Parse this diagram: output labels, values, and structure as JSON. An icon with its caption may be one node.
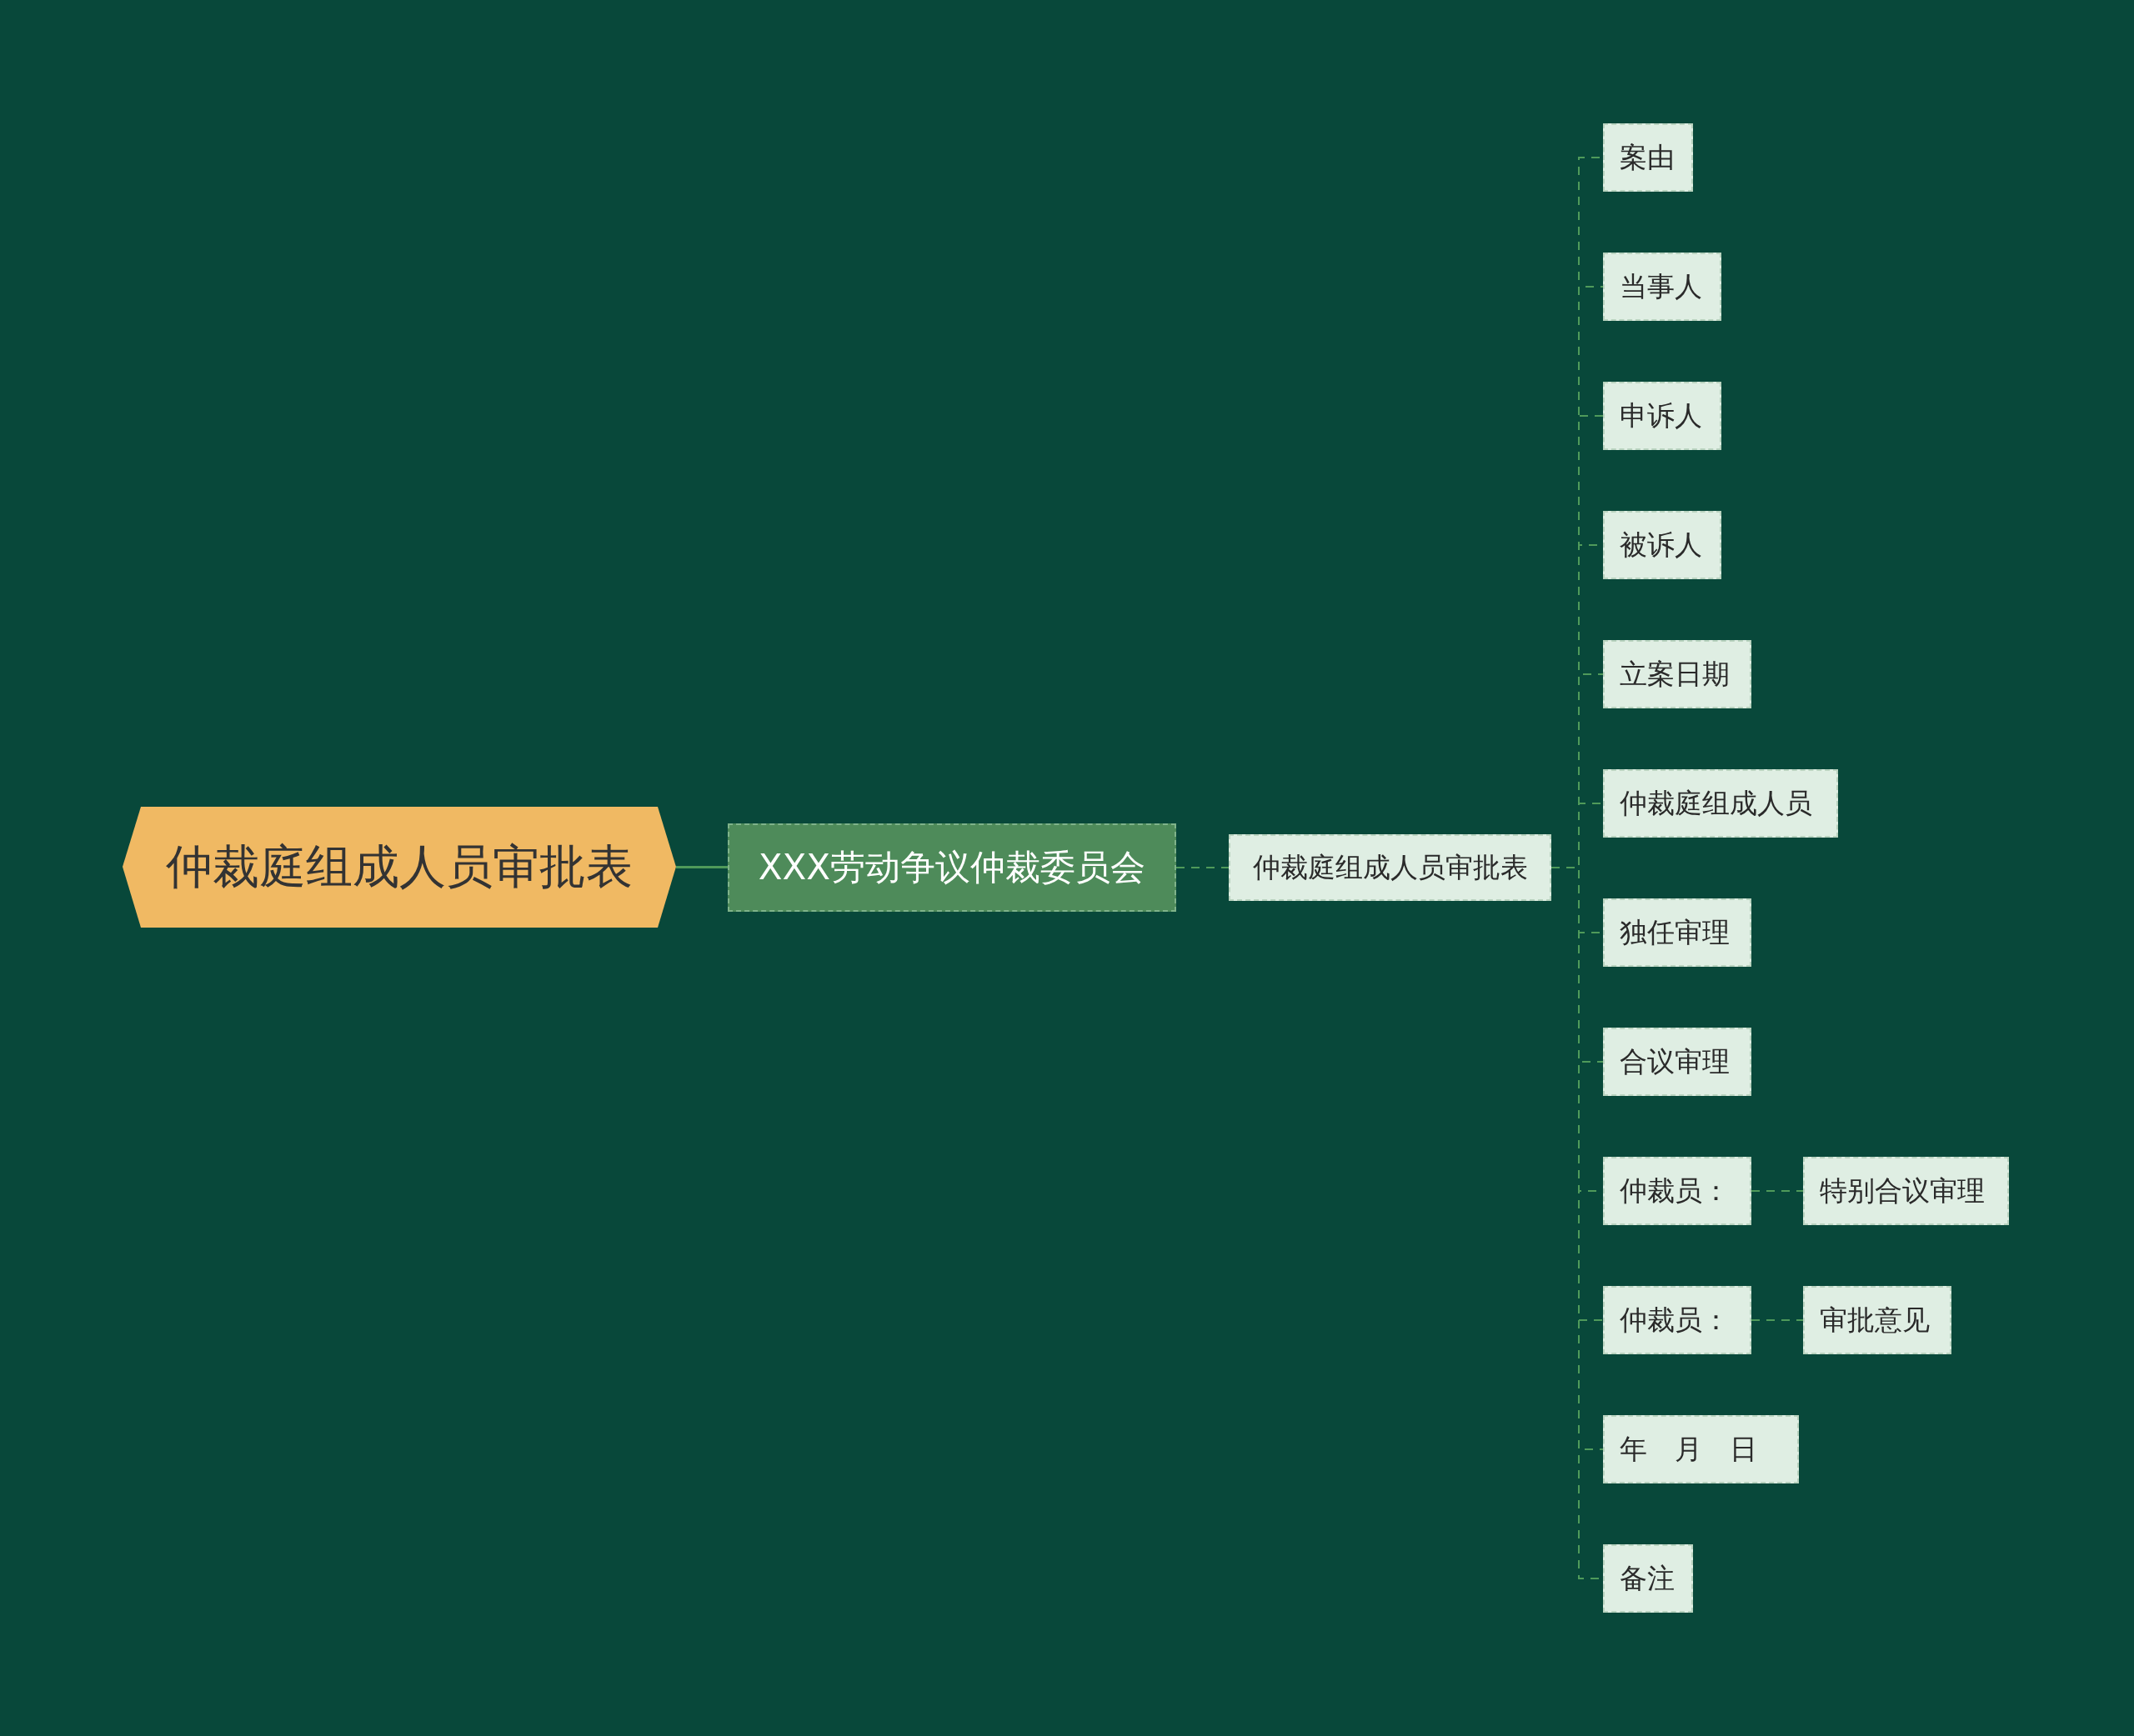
{
  "diagram": {
    "nodes": [
      {
        "text": [
          "仲裁庭组成人员审批表"
        ]
      },
      {
        "text": [
          "XXX劳动争议仲裁委员会"
        ]
      },
      {
        "text": [
          "仲裁庭组成人员审批表"
        ]
      },
      {
        "text": [
          "案由"
        ]
      },
      {
        "text": [
          "当事人"
        ]
      },
      {
        "text": [
          "申诉人"
        ]
      },
      {
        "text": [
          "被诉人"
        ]
      },
      {
        "text": [
          "立案日期"
        ]
      },
      {
        "text": [
          "仲裁庭组成人员"
        ]
      },
      {
        "text": [
          "独任审理"
        ]
      },
      {
        "text": [
          "合议审理"
        ]
      },
      {
        "text": [
          "仲裁员："
        ]
      },
      {
        "text": [
          "特别合议审理"
        ]
      },
      {
        "text": [
          "仲裁员："
        ]
      },
      {
        "text": [
          "审批意见"
        ]
      },
      {
        "text": [
          "年　月　日"
        ]
      },
      {
        "text": [
          "备注"
        ]
      }
    ],
    "edges": [
      {
        "from": 0,
        "to": 1,
        "arrow": "none"
      },
      {
        "from": 1,
        "to": 2,
        "arrow": "none",
        "style": "dashed"
      },
      {
        "from": 2,
        "to": 3,
        "arrow": "none",
        "style": "dashed"
      },
      {
        "from": 2,
        "to": 4,
        "arrow": "none",
        "style": "dashed"
      },
      {
        "from": 2,
        "to": 5,
        "arrow": "none",
        "style": "dashed"
      },
      {
        "from": 2,
        "to": 6,
        "arrow": "none",
        "style": "dashed"
      },
      {
        "from": 2,
        "to": 7,
        "arrow": "none",
        "style": "dashed"
      },
      {
        "from": 2,
        "to": 8,
        "arrow": "none",
        "style": "dashed"
      },
      {
        "from": 2,
        "to": 9,
        "arrow": "none",
        "style": "dashed"
      },
      {
        "from": 2,
        "to": 10,
        "arrow": "none",
        "style": "dashed"
      },
      {
        "from": 2,
        "to": 11,
        "arrow": "none",
        "style": "dashed"
      },
      {
        "from": 11,
        "to": 12,
        "arrow": "none",
        "style": "dashed"
      },
      {
        "from": 2,
        "to": 13,
        "arrow": "none",
        "style": "dashed"
      },
      {
        "from": 13,
        "to": 14,
        "arrow": "none",
        "style": "dashed"
      },
      {
        "from": 2,
        "to": 15,
        "arrow": "none",
        "style": "dashed"
      },
      {
        "from": 2,
        "to": 16,
        "arrow": "none",
        "style": "dashed"
      }
    ]
  }
}
